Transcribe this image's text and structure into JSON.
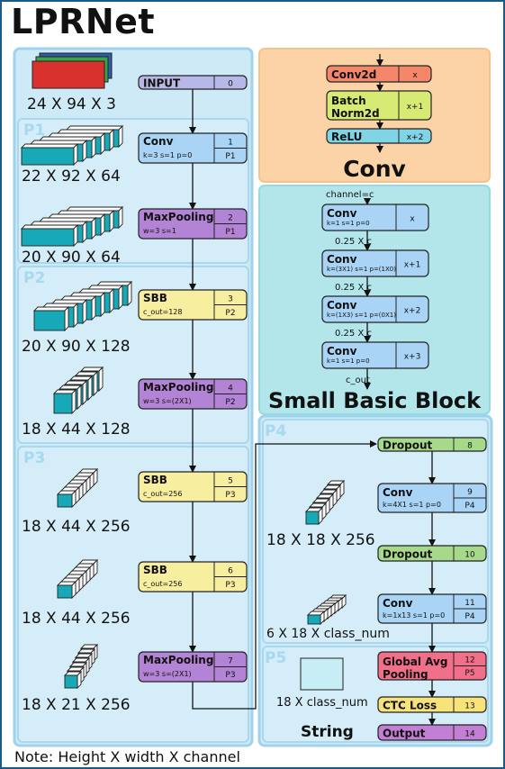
{
  "title": "LPRNet",
  "note": "Note: Height X width X channel",
  "colors": {
    "panel_blue": "#cfeaf7",
    "panel_border": "#9fd3ec",
    "conv_panel": "#fbd3a6",
    "sbb_panel": "#b2e6ea",
    "conv_block": "#a9d4f5",
    "maxpool_block": "#b383d6",
    "sbb_block": "#f8eea0",
    "input_block": "#b8b8e8",
    "dropout_block": "#a7d98a",
    "gap_block": "#f26f8a",
    "ctc_block": "#f8e27a",
    "output_block": "#c27fd4",
    "conv2d_block": "#f4876a",
    "bn_block": "#d7ea74",
    "relu_block": "#7fd4e6",
    "tensor_face": "#18a9b8",
    "input_red": "#d9312e",
    "input_green": "#3ba44a",
    "input_blue": "#2d5fae"
  },
  "sections": [
    "P1",
    "P2",
    "P3",
    "P4",
    "P5"
  ],
  "left_blocks": [
    {
      "name": "INPUT",
      "params": "",
      "index": "0",
      "sub": ""
    },
    {
      "name": "Conv",
      "params": "k=3 s=1 p=0",
      "index": "1",
      "sub": "P1"
    },
    {
      "name": "MaxPooling",
      "params": "w=3 s=1",
      "index": "2",
      "sub": "P1"
    },
    {
      "name": "SBB",
      "params": "c_out=128",
      "index": "3",
      "sub": "P2"
    },
    {
      "name": "MaxPooling",
      "params": "w=3 s=(2X1)",
      "index": "4",
      "sub": "P2"
    },
    {
      "name": "SBB",
      "params": "c_out=256",
      "index": "5",
      "sub": "P3"
    },
    {
      "name": "SBB",
      "params": "c_out=256",
      "index": "6",
      "sub": "P3"
    },
    {
      "name": "MaxPooling",
      "params": "w=3 s=(2X1)",
      "index": "7",
      "sub": "P3"
    }
  ],
  "left_shapes": [
    "24 X 94 X 3",
    "22 X 92 X 64",
    "20 X 90 X 64",
    "20 X 90 X 128",
    "18 X 44 X 128",
    "18 X 44 X 256",
    "18 X 44 X 256",
    "18 X 21 X 256"
  ],
  "right_blocks": [
    {
      "name": "Dropout",
      "params": "",
      "index": "8",
      "sub": ""
    },
    {
      "name": "Conv",
      "params": "k=4X1 s=1 p=0",
      "index": "9",
      "sub": "P4"
    },
    {
      "name": "Dropout",
      "params": "",
      "index": "10",
      "sub": ""
    },
    {
      "name": "Conv",
      "params": "k=1x13 s=1 p=0",
      "index": "11",
      "sub": "P4"
    },
    {
      "name": "Global Avg",
      "name2": "Pooling",
      "params": "",
      "index": "12",
      "sub": "P5"
    },
    {
      "name": "CTC Loss",
      "params": "",
      "index": "13",
      "sub": ""
    },
    {
      "name": "Output",
      "params": "",
      "index": "14",
      "sub": ""
    }
  ],
  "right_shapes": [
    "18 X 18 X 256",
    "6 X 18 X class_num",
    "18 X class_num"
  ],
  "string_label": "String",
  "conv_panel": {
    "title": "Conv",
    "blocks": [
      {
        "name": "Conv2d",
        "index": "x"
      },
      {
        "name": "Batch",
        "name2": "Norm2d",
        "index": "x+1"
      },
      {
        "name": "ReLU",
        "index": "x+2"
      }
    ]
  },
  "sbb_panel": {
    "title": "Small Basic Block",
    "input_label": "channel=c",
    "output_label": "c_out",
    "between_labels": [
      "0.25 X c",
      "0.25 X c",
      "0.25 X c"
    ],
    "blocks": [
      {
        "name": "Conv",
        "params": "k=1 s=1 p=0",
        "index": "x"
      },
      {
        "name": "Conv",
        "params": "k=(3X1) s=1 p=(1X0)",
        "index": "x+1"
      },
      {
        "name": "Conv",
        "params": "k=(1X3) s=1 p=(0X1)",
        "index": "x+2"
      },
      {
        "name": "Conv",
        "params": "k=1 s=1 p=0",
        "index": "x+3"
      }
    ]
  }
}
